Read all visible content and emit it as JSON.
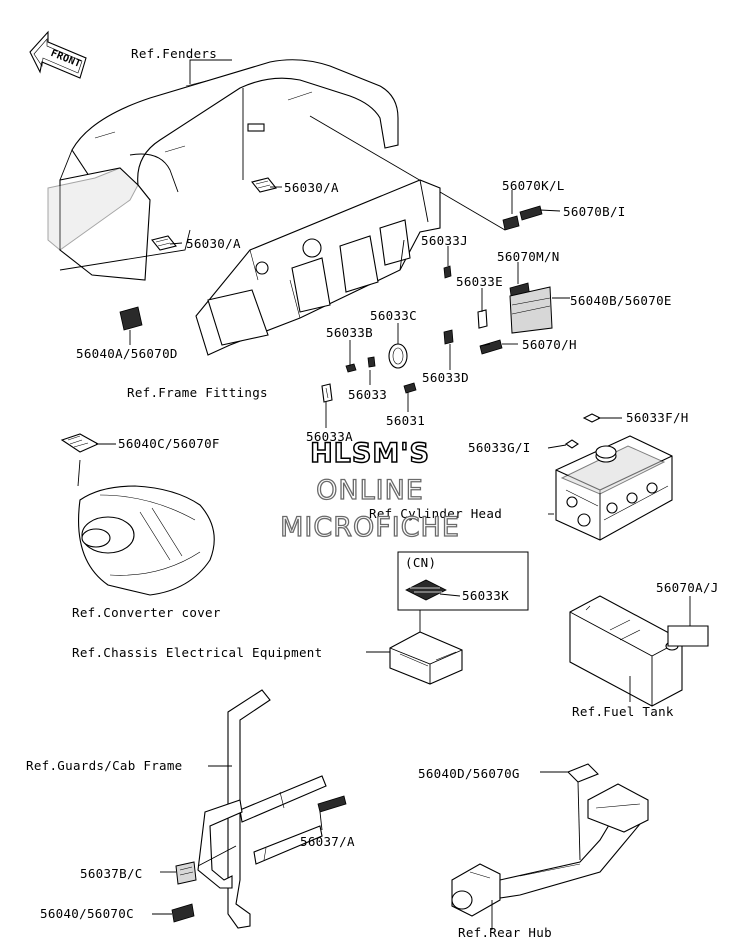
{
  "front_arrow": {
    "text": "FRONT"
  },
  "watermark": {
    "line1": "HLSM'S",
    "line2": "ONLINE",
    "line3": "MICROFICHE"
  },
  "refs": {
    "fenders": "Ref.Fenders",
    "frame_fittings": "Ref.Frame Fittings",
    "cylinder_head": "Ref.Cylinder Head",
    "converter_cover": "Ref.Converter cover",
    "chassis_electrical": "Ref.Chassis Electrical Equipment",
    "fuel_tank": "Ref.Fuel Tank",
    "guards_cab_frame": "Ref.Guards/Cab Frame",
    "rear_hub": "Ref.Rear Hub"
  },
  "parts": {
    "p56030a_top": "56030/A",
    "p56030a_left": "56030/A",
    "p56040a_56070d": "56040A/56070D",
    "p56070kl": "56070K/L",
    "p56070bi": "56070B/I",
    "p56033j": "56033J",
    "p56070mn": "56070M/N",
    "p56033e": "56033E",
    "p56040b_56070e": "56040B/56070E",
    "p56033c": "56033C",
    "p56033b": "56033B",
    "p56070h": "56070/H",
    "p56033": "56033",
    "p56033d": "56033D",
    "p56031": "56031",
    "p56033a": "56033A",
    "p56040c_56070f": "56040C/56070F",
    "p56033fh": "56033F/H",
    "p56033gi": "56033G/I",
    "cn": "(CN)",
    "p56033k": "56033K",
    "p56070aj": "56070A/J",
    "p56040d_56070g": "56040D/56070G",
    "p56037a": "56037/A",
    "p56037bc": "56037B/C",
    "p56040_56070c": "56040/56070C"
  }
}
